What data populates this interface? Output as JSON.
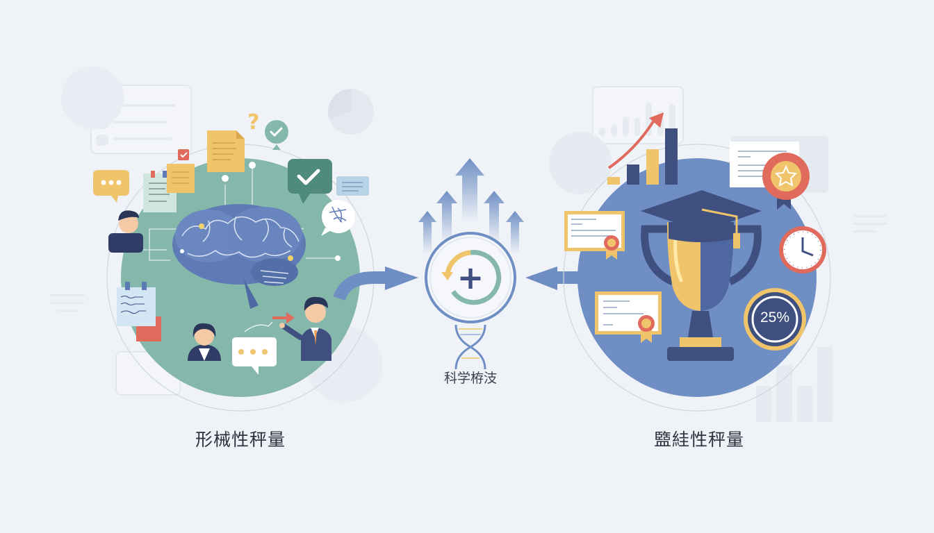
{
  "left_section": {
    "title": "形械性秤量",
    "theme_color": "#86b7ab",
    "icons": [
      "brain-icon",
      "speech-bubble-icon",
      "document-icon",
      "sticky-note-icon",
      "checkmark-bubble-icon",
      "question-mark-icon",
      "student-avatar",
      "teacher-avatar",
      "notes-icon"
    ]
  },
  "center_section": {
    "title": "科学栫汥",
    "percent_display": "+",
    "icons": [
      "up-arrows-icon",
      "cycle-plus-icon",
      "dna-icon",
      "arrow-right-icon",
      "arrow-left-icon"
    ]
  },
  "right_section": {
    "title": "盬絓性秤量",
    "theme_color": "#6f8fc4",
    "badge_text": "25%",
    "icons": [
      "trophy-icon",
      "graduation-cap-icon",
      "bar-chart-icon",
      "certificate-icon",
      "award-ribbon-icon",
      "clock-icon",
      "percent-badge"
    ]
  },
  "colors": {
    "background": "#eff2f7",
    "navy": "#3f4f80",
    "mid_blue": "#6f8fc4",
    "teal": "#86b7ab",
    "gold": "#f0c46a",
    "coral": "#e06a5c"
  }
}
